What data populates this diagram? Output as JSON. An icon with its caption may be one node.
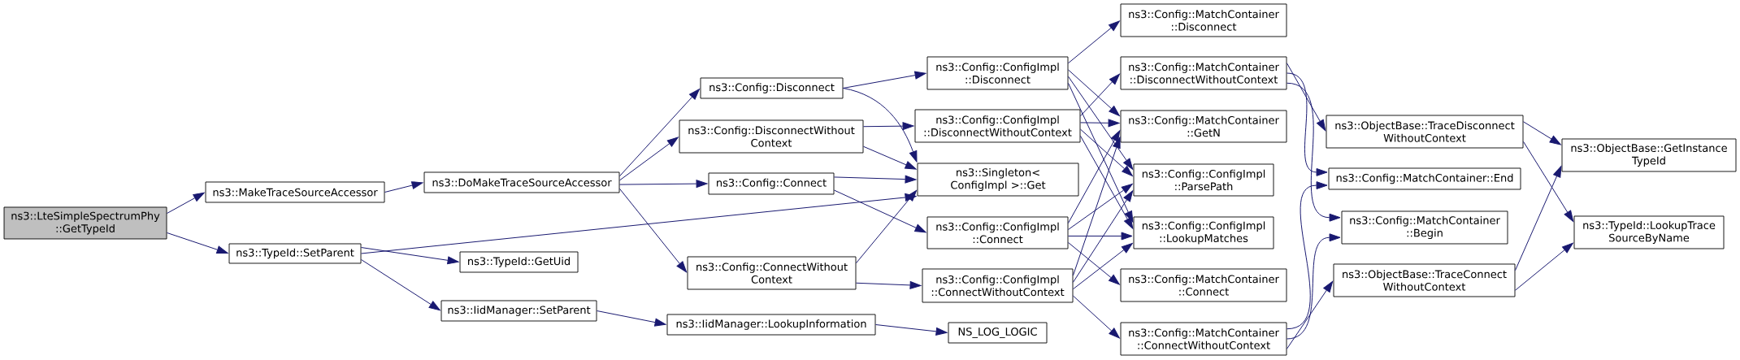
{
  "diagram": {
    "nodes": [
      {
        "text": [
          "ns3::LteSimpleSpectrumPhy ::GetTypeId"
        ]
      },
      {
        "text": [
          "ns3::MakeTraceSourceAccessor"
        ]
      },
      {
        "text": [
          "ns3::TypeId::SetParent"
        ]
      },
      {
        "text": [
          "ns3::DoMakeTraceSourceAccessor"
        ]
      },
      {
        "text": [
          "ns3::TypeId::GetUid"
        ]
      },
      {
        "text": [
          "ns3::IidManager::SetParent"
        ]
      },
      {
        "text": [
          "ns3::Config::Disconnect"
        ]
      },
      {
        "text": [
          "ns3::Config::DisconnectWithout Context"
        ]
      },
      {
        "text": [
          "ns3::Config::Connect"
        ]
      },
      {
        "text": [
          "ns3::Config::ConnectWithout Context"
        ]
      },
      {
        "text": [
          "ns3::IidManager::LookupInformation"
        ]
      },
      {
        "text": [
          "ns3::Singleton< ConfigImpl >::Get"
        ]
      },
      {
        "text": [
          "ns3::Config::ConfigImpl ::Disconnect"
        ]
      },
      {
        "text": [
          "ns3::Config::ConfigImpl ::DisconnectWithoutContext"
        ]
      },
      {
        "text": [
          "ns3::Config::ConfigImpl ::Connect"
        ]
      },
      {
        "text": [
          "ns3::Config::ConfigImpl ::ConnectWithoutContext"
        ]
      },
      {
        "text": [
          "NS_LOG_LOGIC"
        ]
      },
      {
        "text": [
          "ns3::Config::MatchContainer ::Disconnect"
        ]
      },
      {
        "text": [
          "ns3::Config::MatchContainer ::DisconnectWithoutContext"
        ]
      },
      {
        "text": [
          "ns3::Config::MatchContainer ::GetN"
        ]
      },
      {
        "text": [
          "ns3::Config::ConfigImpl ::ParsePath"
        ]
      },
      {
        "text": [
          "ns3::Config::ConfigImpl ::LookupMatches"
        ]
      },
      {
        "text": [
          "ns3::Config::MatchContainer ::Connect"
        ]
      },
      {
        "text": [
          "ns3::Config::MatchContainer ::ConnectWithoutContext"
        ]
      },
      {
        "text": [
          "ns3::ObjectBase::TraceDisconnect WithoutContext"
        ]
      },
      {
        "text": [
          "ns3::Config::MatchContainer::End"
        ]
      },
      {
        "text": [
          "ns3::Config::MatchContainer ::Begin"
        ]
      },
      {
        "text": [
          "ns3::ObjectBase::TraceConnect WithoutContext"
        ]
      },
      {
        "text": [
          "ns3::ObjectBase::GetInstance TypeId"
        ]
      },
      {
        "text": [
          "ns3::TypeId::LookupTrace SourceByName"
        ]
      }
    ],
    "edges": [
      {
        "from": 0,
        "to": 1,
        "arrow": "to"
      },
      {
        "from": 0,
        "to": 2,
        "arrow": "to"
      },
      {
        "from": 1,
        "to": 3,
        "arrow": "to"
      },
      {
        "from": 2,
        "to": 11,
        "arrow": "to"
      },
      {
        "from": 2,
        "to": 4,
        "arrow": "to"
      },
      {
        "from": 2,
        "to": 5,
        "arrow": "to"
      },
      {
        "from": 3,
        "to": 6,
        "arrow": "to"
      },
      {
        "from": 3,
        "to": 7,
        "arrow": "to"
      },
      {
        "from": 3,
        "to": 8,
        "arrow": "to"
      },
      {
        "from": 3,
        "to": 9,
        "arrow": "to"
      },
      {
        "from": 5,
        "to": 10,
        "arrow": "to"
      },
      {
        "from": 6,
        "to": 12,
        "arrow": "to"
      },
      {
        "from": 6,
        "to": 11,
        "arrow": "to"
      },
      {
        "from": 7,
        "to": 13,
        "arrow": "to"
      },
      {
        "from": 7,
        "to": 11,
        "arrow": "to"
      },
      {
        "from": 8,
        "to": 11,
        "arrow": "to"
      },
      {
        "from": 8,
        "to": 14,
        "arrow": "to"
      },
      {
        "from": 9,
        "to": 11,
        "arrow": "to"
      },
      {
        "from": 9,
        "to": 15,
        "arrow": "to"
      },
      {
        "from": 10,
        "to": 16,
        "arrow": "to"
      },
      {
        "from": 12,
        "to": 17,
        "arrow": "to"
      },
      {
        "from": 12,
        "to": 19,
        "arrow": "to"
      },
      {
        "from": 12,
        "to": 20,
        "arrow": "to"
      },
      {
        "from": 12,
        "to": 21,
        "arrow": "to"
      },
      {
        "from": 13,
        "to": 18,
        "arrow": "to"
      },
      {
        "from": 13,
        "to": 19,
        "arrow": "to"
      },
      {
        "from": 13,
        "to": 20,
        "arrow": "to"
      },
      {
        "from": 13,
        "to": 21,
        "arrow": "to"
      },
      {
        "from": 14,
        "to": 19,
        "arrow": "to"
      },
      {
        "from": 14,
        "to": 20,
        "arrow": "to"
      },
      {
        "from": 14,
        "to": 21,
        "arrow": "to"
      },
      {
        "from": 14,
        "to": 22,
        "arrow": "to"
      },
      {
        "from": 15,
        "to": 19,
        "arrow": "to"
      },
      {
        "from": 15,
        "to": 20,
        "arrow": "to"
      },
      {
        "from": 15,
        "to": 21,
        "arrow": "to"
      },
      {
        "from": 15,
        "to": 23,
        "arrow": "to"
      },
      {
        "from": 18,
        "to": 24,
        "arrow": "to"
      },
      {
        "from": 18,
        "to": 25,
        "arrow": "to"
      },
      {
        "from": 18,
        "to": 26,
        "arrow": "to"
      },
      {
        "from": 23,
        "to": 25,
        "arrow": "to"
      },
      {
        "from": 23,
        "to": 26,
        "arrow": "to"
      },
      {
        "from": 23,
        "to": 27,
        "arrow": "to"
      },
      {
        "from": 24,
        "to": 28,
        "arrow": "to"
      },
      {
        "from": 24,
        "to": 29,
        "arrow": "to"
      },
      {
        "from": 27,
        "to": 28,
        "arrow": "to"
      },
      {
        "from": 27,
        "to": 29,
        "arrow": "to"
      }
    ]
  }
}
